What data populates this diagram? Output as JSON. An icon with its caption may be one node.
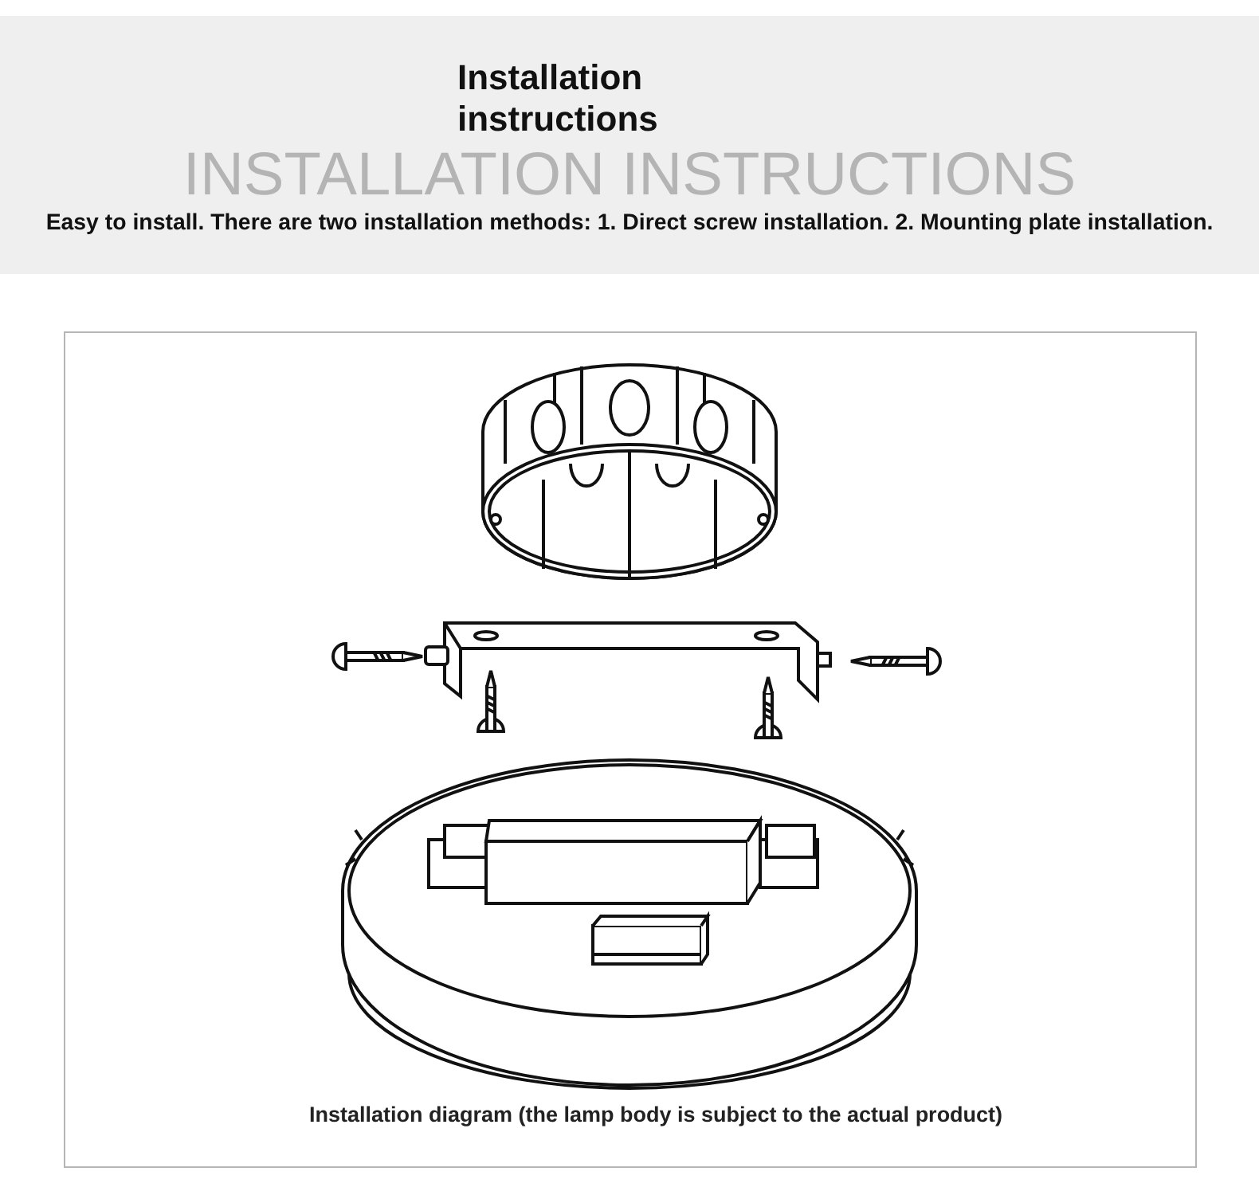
{
  "diagram": {
    "title": "Installation instructions",
    "labels": [
      "INSTALLATION INSTRUCTIONS",
      "Easy to install. There are two installation methods: 1. Direct screw installation. 2. Mounting plate installation."
    ],
    "caption": "Installation diagram (the lamp body is subject to the actual product)"
  }
}
